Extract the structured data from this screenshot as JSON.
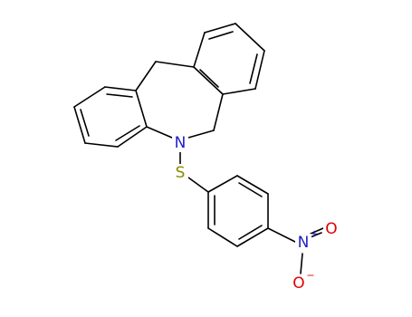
{
  "molecule": {
    "atoms": [
      {
        "element": "N",
        "label": "N"
      },
      {
        "element": "S",
        "label": "S"
      },
      {
        "element": "N",
        "label": "N",
        "charge": "+"
      },
      {
        "element": "O",
        "label": "O"
      },
      {
        "element": "O",
        "label": "O",
        "charge": "−"
      }
    ],
    "colors": {
      "carbon_bond": "#000000",
      "nitrogen": "#1e1ec8",
      "sulfur": "#8a8a00",
      "oxygen": "#e00000"
    }
  }
}
